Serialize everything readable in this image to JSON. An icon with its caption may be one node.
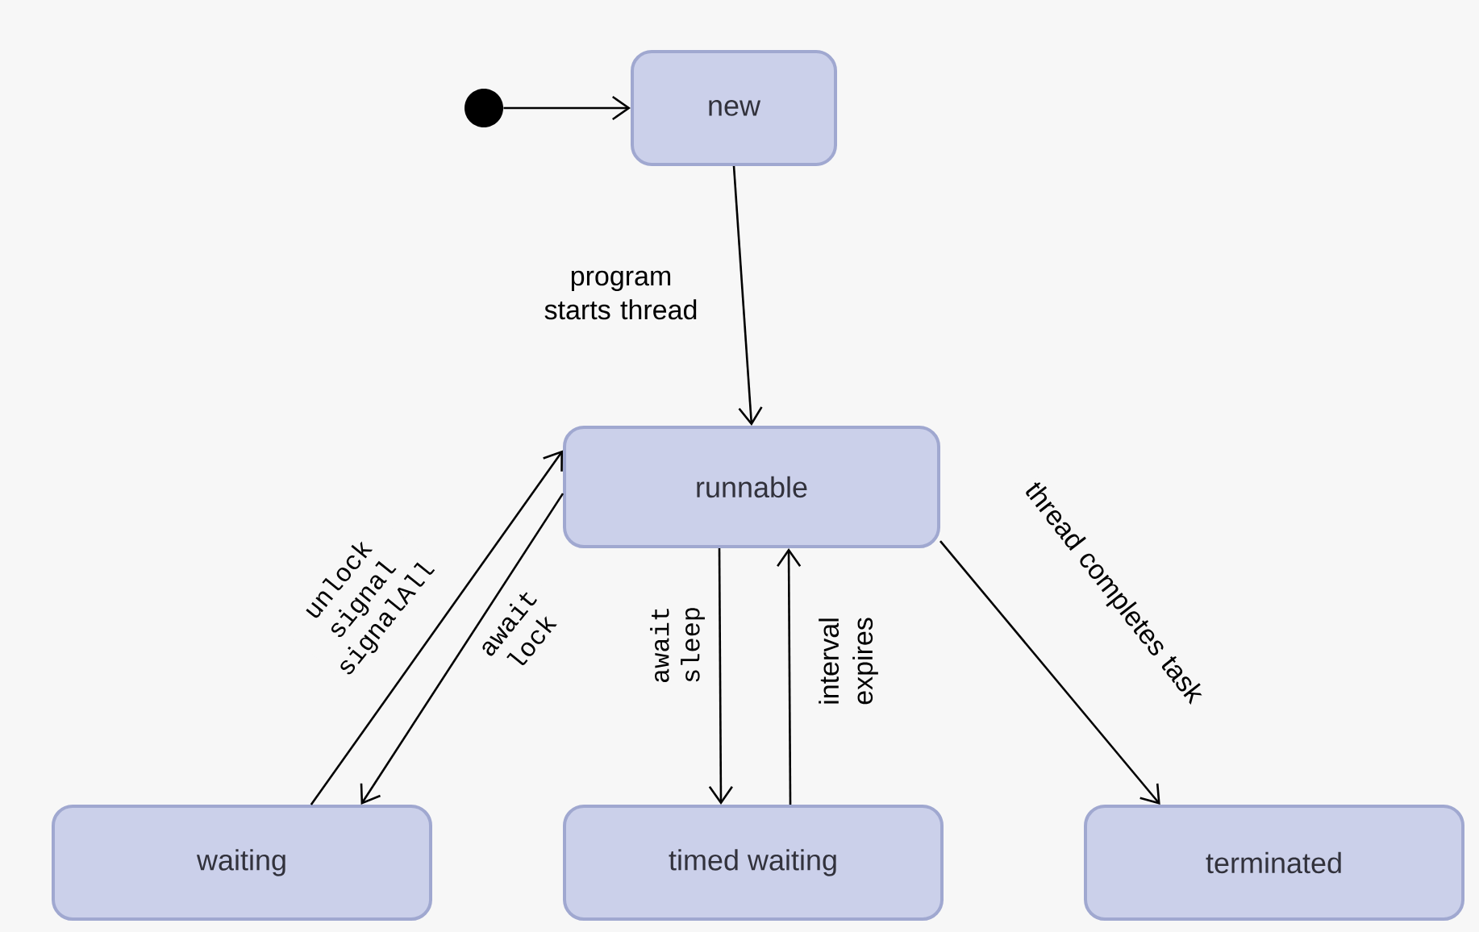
{
  "diagram": {
    "nodes": [
      {
        "text": [],
        "shape": "circle"
      },
      {
        "text": [
          "new"
        ]
      },
      {
        "text": [
          "runnable"
        ]
      },
      {
        "text": [
          "waiting"
        ]
      },
      {
        "text": [
          "timed waiting"
        ]
      },
      {
        "text": [
          "terminated"
        ]
      }
    ],
    "edges": [
      {
        "from": 0,
        "to": 1,
        "arrow": "to"
      },
      {
        "from": 1,
        "to": 2,
        "arrow": "to",
        "label": "program starts thread"
      },
      {
        "from": 3,
        "to": 2,
        "arrow": "to",
        "label": "unlock signal signalAll"
      },
      {
        "from": 2,
        "to": 3,
        "arrow": "to",
        "label": "await lock"
      },
      {
        "from": 2,
        "to": 4,
        "arrow": "to",
        "label": "await sleep"
      },
      {
        "from": 4,
        "to": 2,
        "arrow": "to",
        "label": "interval expires"
      },
      {
        "from": 2,
        "to": 5,
        "arrow": "to",
        "label": "thread completes task"
      }
    ]
  }
}
